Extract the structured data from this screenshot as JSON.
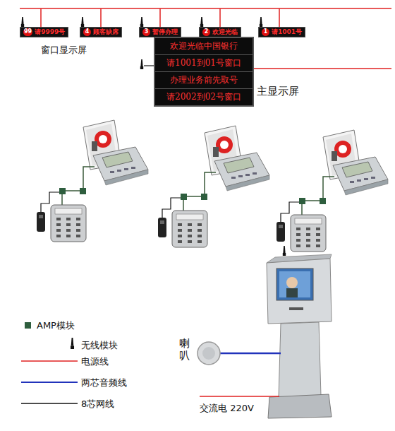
{
  "diagram": {
    "nodes": [
      {
        "text": [
          "99",
          "请9999号"
        ]
      },
      {
        "text": [
          "4",
          "顾客缺席"
        ]
      },
      {
        "text": [
          "3",
          "暂停办理"
        ]
      },
      {
        "text": [
          "2",
          "欢迎光临"
        ]
      },
      {
        "text": [
          "1",
          "请1001号"
        ]
      },
      {
        "text": [
          "欢迎光临中国银行",
          "请1001到01号窗口",
          "办理业务前先取号",
          "请2002到02号窗口"
        ]
      }
    ],
    "labels": [
      "窗口显示屏",
      "主显示屏",
      "喇叭",
      "交流电 220V"
    ],
    "legend": [
      {
        "text": "AMP模块",
        "color": "#2e5e3e"
      },
      {
        "text": "无线模块"
      },
      {
        "text": "电源线"
      },
      {
        "text": "两芯音频线"
      },
      {
        "text": "8芯网线"
      }
    ]
  }
}
